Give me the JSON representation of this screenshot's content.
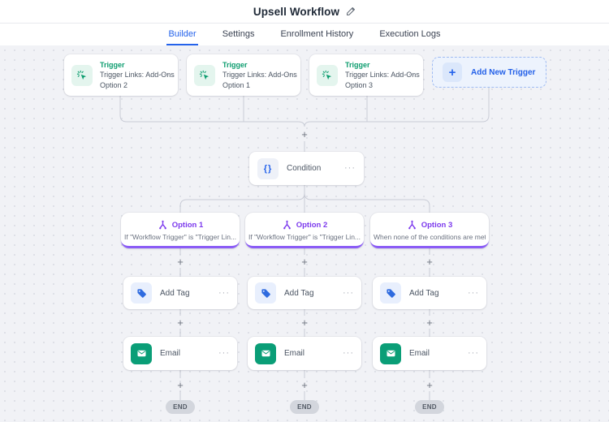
{
  "ui": {
    "plus_glyph": "+",
    "menu_glyph": "···"
  },
  "header": {
    "title": "Upsell Workflow"
  },
  "tabs": [
    {
      "label": "Builder",
      "active": true
    },
    {
      "label": "Settings",
      "active": false
    },
    {
      "label": "Enrollment History",
      "active": false
    },
    {
      "label": "Execution Logs",
      "active": false
    }
  ],
  "triggers": [
    {
      "type_label": "Trigger",
      "line1": "Trigger Links: Add-Ons",
      "line2": "Option 2"
    },
    {
      "type_label": "Trigger",
      "line1": "Trigger Links: Add-Ons",
      "line2": "Option 1"
    },
    {
      "type_label": "Trigger",
      "line1": "Trigger Links: Add-Ons",
      "line2": "Option 3"
    }
  ],
  "add_new_trigger": {
    "label": "Add New Trigger"
  },
  "condition": {
    "icon_glyph": "{}",
    "label": "Condition"
  },
  "branches": [
    {
      "option_label": "Option 1",
      "condition_text": "If \"Workflow Trigger\" is \"Trigger Lin...",
      "action1_label": "Add Tag",
      "action2_label": "Email",
      "end_label": "END"
    },
    {
      "option_label": "Option 2",
      "condition_text": "If \"Workflow Trigger\" is \"Trigger Lin...",
      "action1_label": "Add Tag",
      "action2_label": "Email",
      "end_label": "END"
    },
    {
      "option_label": "Option 3",
      "condition_text": "When none of the conditions are met",
      "action1_label": "Add Tag",
      "action2_label": "Email",
      "end_label": "END"
    }
  ],
  "colors": {
    "trigger_green": "#0d9d6f",
    "accent_blue": "#2563eb",
    "branch_purple": "#7c3aed",
    "canvas_bg": "#f1f2f6",
    "connector_gray": "#c9ccd6",
    "end_pill_bg": "#d3d6dd"
  }
}
